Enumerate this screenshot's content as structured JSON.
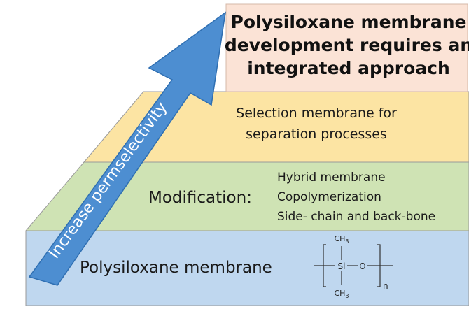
{
  "colors": {
    "top": "#fbe3d6",
    "top_edge": "#d6b8a8",
    "selection": "#fce4a3",
    "modification": "#cfe3b4",
    "base": "#bfd7ef",
    "tier_edge": "#9a9a9a",
    "arrow": "#4d8ed1",
    "arrow_edge": "#2f6fb2"
  },
  "title": {
    "lines": [
      "Polysiloxane membrane",
      "development requires an",
      "integrated approach"
    ]
  },
  "selection": {
    "lines": [
      "Selection membrane for",
      "separation processes"
    ]
  },
  "modification": {
    "label": "Modification:",
    "items": [
      "Hybrid membrane",
      "Copolymerization",
      "Side- chain and back-bone"
    ]
  },
  "base": {
    "label": "Polysiloxane membrane",
    "structure": {
      "top_group": "CH3",
      "bottom_group": "CH3",
      "si": "Si",
      "o": "O",
      "subscript": "n"
    }
  },
  "arrow": {
    "label": "Increase permselectivity"
  }
}
